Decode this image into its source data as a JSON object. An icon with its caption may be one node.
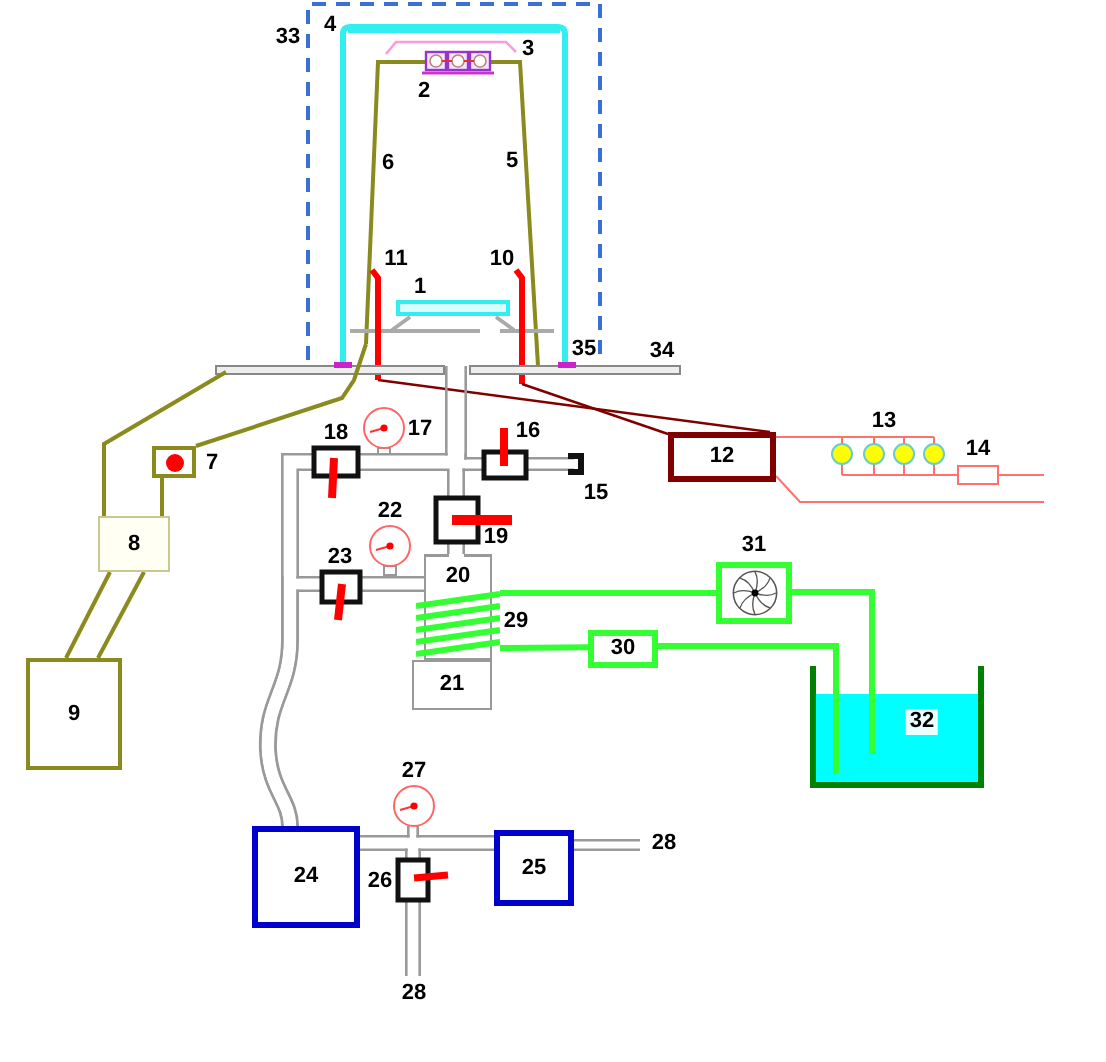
{
  "diagram": {
    "nodes": [
      {
        "text": [
          "12"
        ]
      },
      {
        "text": [],
        "shape": "box",
        "beside": [
          "7"
        ]
      },
      {
        "text": [
          "8"
        ]
      },
      {
        "text": [],
        "shape": "box",
        "beside": [
          "31"
        ]
      },
      {
        "text": [
          "20"
        ]
      },
      {
        "text": [],
        "shape": "coil",
        "beside": [
          "29"
        ]
      },
      {
        "text": [
          "30"
        ]
      },
      {
        "text": [
          "9"
        ]
      },
      {
        "text": [
          "21"
        ]
      },
      {
        "text": [
          "32"
        ]
      },
      {
        "text": [
          "24"
        ]
      },
      {
        "text": [
          "25"
        ]
      }
    ],
    "edges": [
      {
        "from": 1,
        "to": 2,
        "arrow": "none",
        "color": "#8a8a1e"
      },
      {
        "from": 2,
        "to": 7,
        "arrow": "none",
        "color": "#8a8a1e"
      },
      {
        "from": 2,
        "to": 7,
        "arrow": "none",
        "color": "#8a8a1e"
      },
      {
        "from": 3,
        "to": 9,
        "arrow": "none",
        "color": "#33ff33"
      },
      {
        "from": 6,
        "to": 9,
        "arrow": "none",
        "color": "#33ff33"
      },
      {
        "from": 10,
        "to": 11,
        "arrow": "none",
        "style": "thick",
        "color": "#999999"
      },
      {
        "from": 5,
        "to": 3,
        "arrow": "none",
        "color": "#33ff33"
      },
      {
        "from": 5,
        "to": 6,
        "arrow": "none",
        "color": "#33ff33"
      },
      {
        "from": 4,
        "to": 10,
        "arrow": "none",
        "style": "thick",
        "color": "#999999"
      },
      {
        "from": 4,
        "to": 10,
        "arrow": "none",
        "style": "thick",
        "color": "#999999"
      }
    ],
    "labels": [
      "33",
      "4",
      "3",
      "2",
      "6",
      "5",
      "11",
      "10",
      "1",
      "35",
      "34",
      "18",
      "17",
      "16",
      "13",
      "14",
      "15",
      "22",
      "19",
      "23",
      "27",
      "28",
      "26",
      "28"
    ]
  }
}
